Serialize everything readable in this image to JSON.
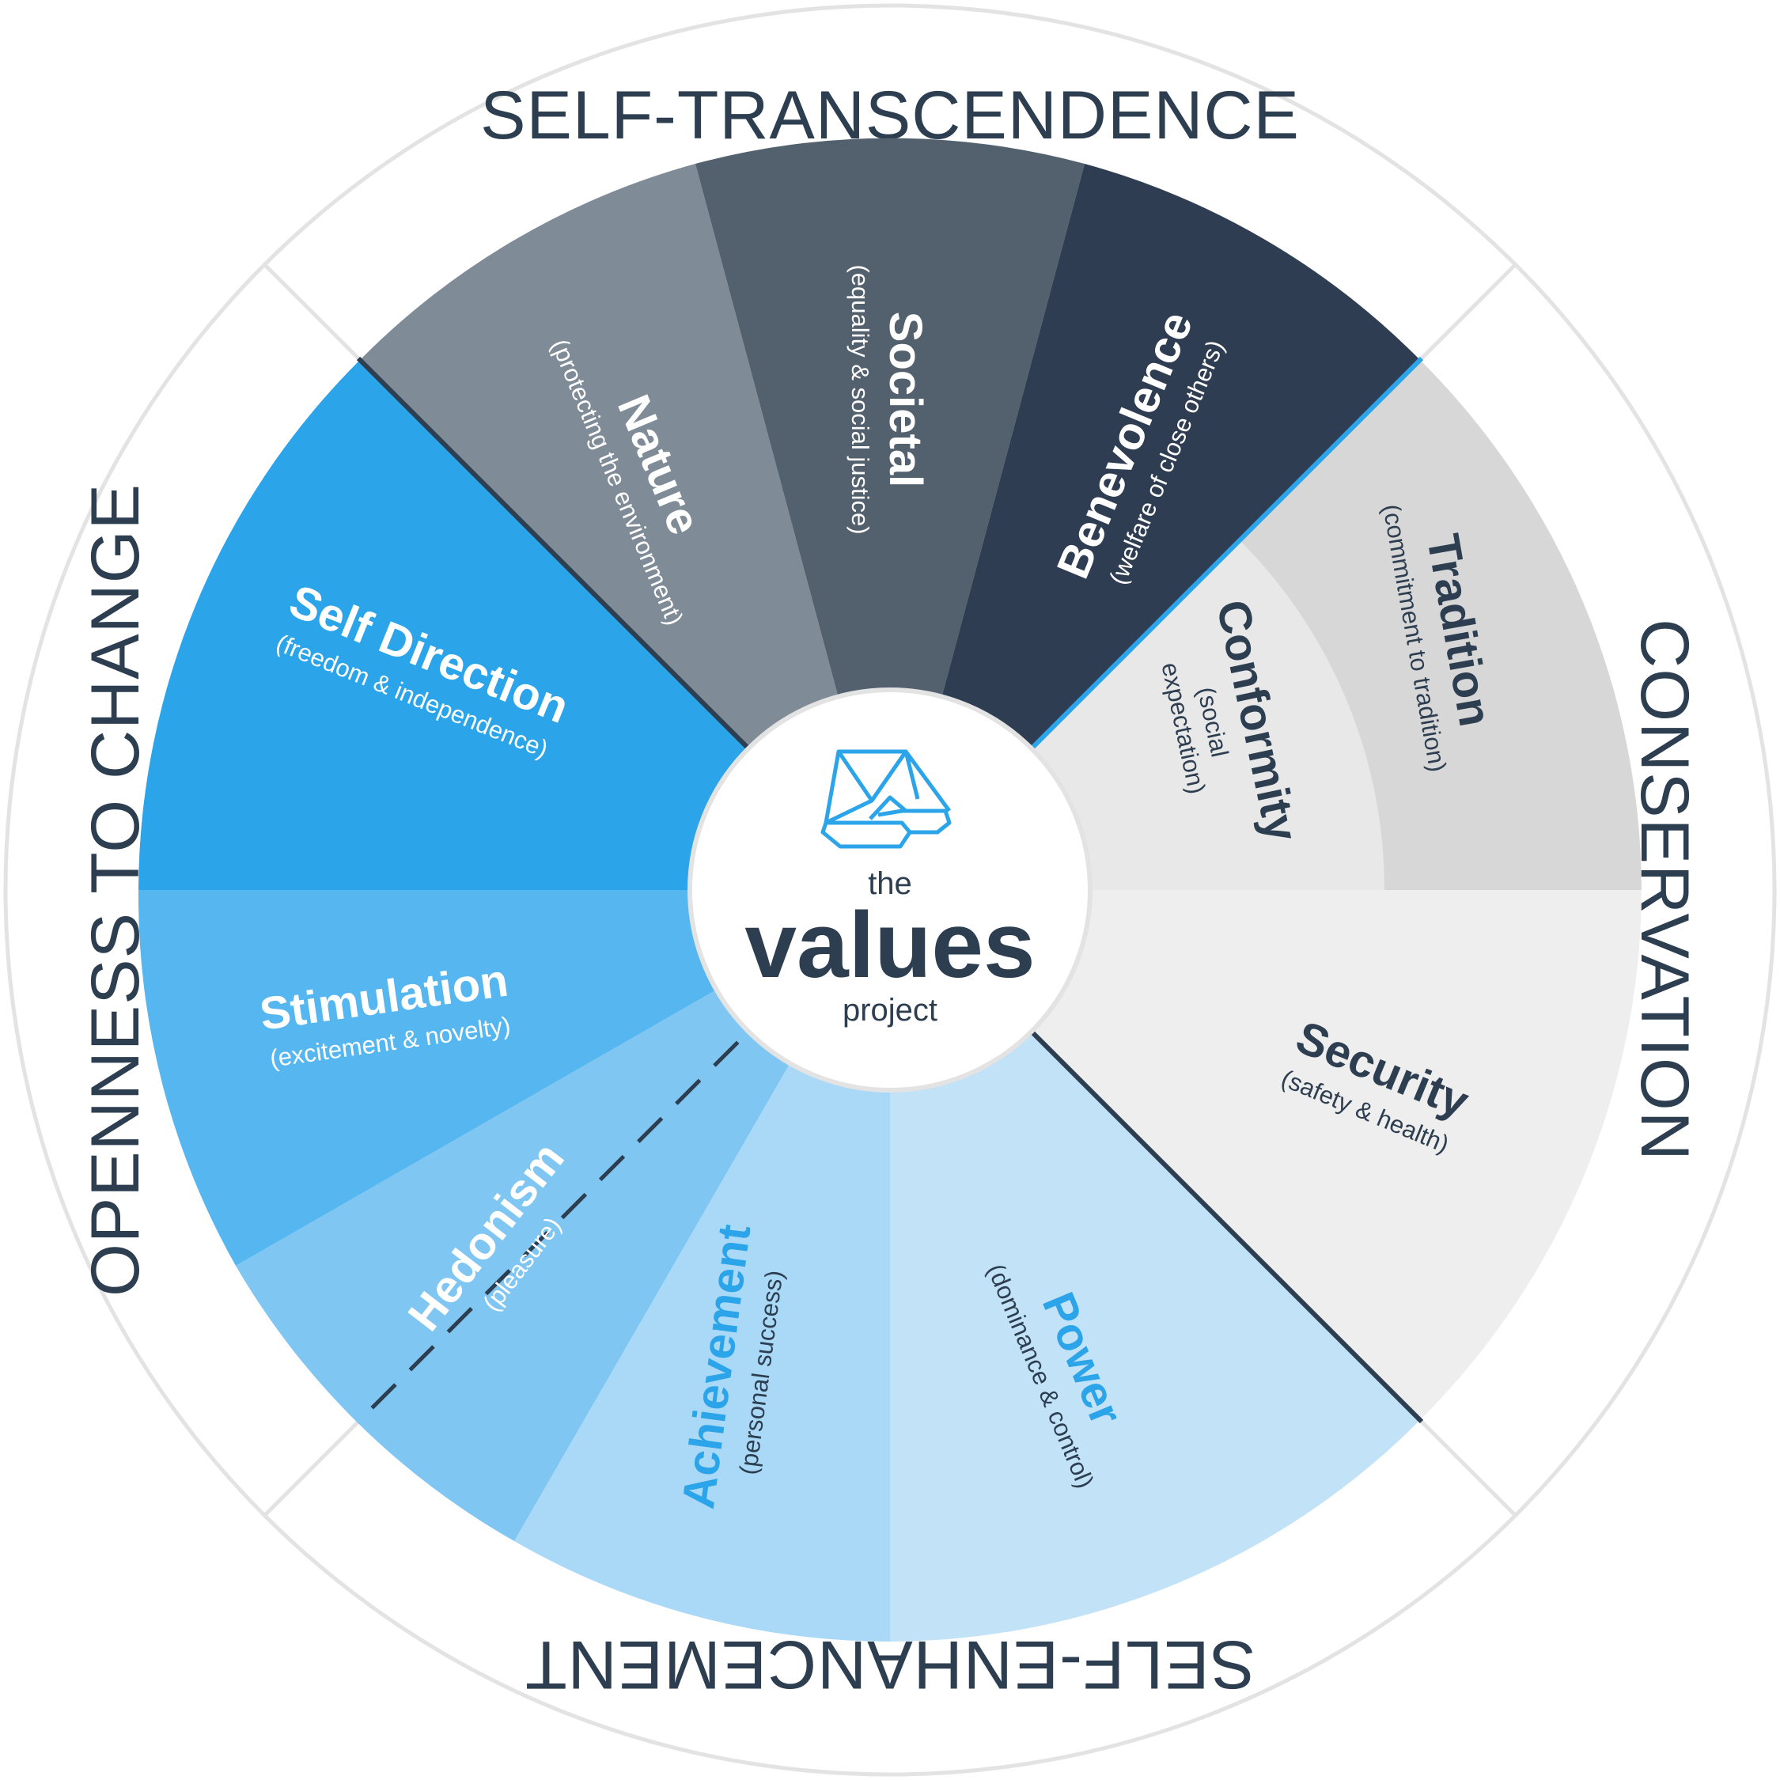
{
  "diagram": {
    "ring_labels": {
      "top": "SELF-TRANSCENDENCE",
      "right": "CONSERVATION",
      "bottom": "SELF-ENHANCEMENT",
      "left": "OPENNESS TO CHANGE"
    },
    "segments": [
      {
        "id": "self_direction",
        "title": "Self Direction",
        "subtitle": "(freedom & independence)",
        "fill": "#2ba4e9",
        "text_color": "#ffffff"
      },
      {
        "id": "nature",
        "title": "Nature",
        "subtitle": "(protecting the environment)",
        "fill": "#7f8b96",
        "text_color": "#ffffff"
      },
      {
        "id": "societal",
        "title": "Societal",
        "subtitle": "(equality & social justice)",
        "fill": "#53606e",
        "text_color": "#ffffff"
      },
      {
        "id": "benevolence",
        "title": "Benevolence",
        "subtitle": "(welfare of close others)",
        "fill": "#2e3d51",
        "text_color": "#ffffff"
      },
      {
        "id": "tradition",
        "title": "Tradition",
        "subtitle": "(commitment to tradition)",
        "fill": "#d7d7d7",
        "text_color": "#2c3e50"
      },
      {
        "id": "conformity",
        "title": "Conformity",
        "subtitle_lines": [
          "(social",
          "expectation)"
        ],
        "fill": "#e8e8e8",
        "text_color": "#2c3e50"
      },
      {
        "id": "security",
        "title": "Security",
        "subtitle": "(safety & health)",
        "fill": "#eeeeee",
        "text_color": "#2c3e50"
      },
      {
        "id": "power",
        "title": "Power",
        "subtitle": "(dominance & control)",
        "fill": "#c2e2f7",
        "text_color": "#2ba4e9",
        "sub_color": "#2c3e50"
      },
      {
        "id": "achievement",
        "title": "Achievement",
        "subtitle": "(personal success)",
        "fill": "#a9d9f7",
        "text_color": "#2ba4e9",
        "sub_color": "#2c3e50"
      },
      {
        "id": "hedonism",
        "title": "Hedonism",
        "subtitle": "(pleasure)",
        "fill": "#80c6f2",
        "text_color": "#ffffff"
      },
      {
        "id": "stimulation",
        "title": "Stimulation",
        "subtitle": "(excitement & novelty)",
        "fill": "#56b6ef",
        "text_color": "#ffffff"
      }
    ],
    "center": {
      "line1": "the",
      "line2": "values",
      "line3": "project",
      "logo_icon": "stacked-triangles-icon"
    },
    "colors": {
      "dark": "#2c3e50",
      "accent": "#2ba4e9",
      "ring_border": "#e3e3e3"
    }
  }
}
